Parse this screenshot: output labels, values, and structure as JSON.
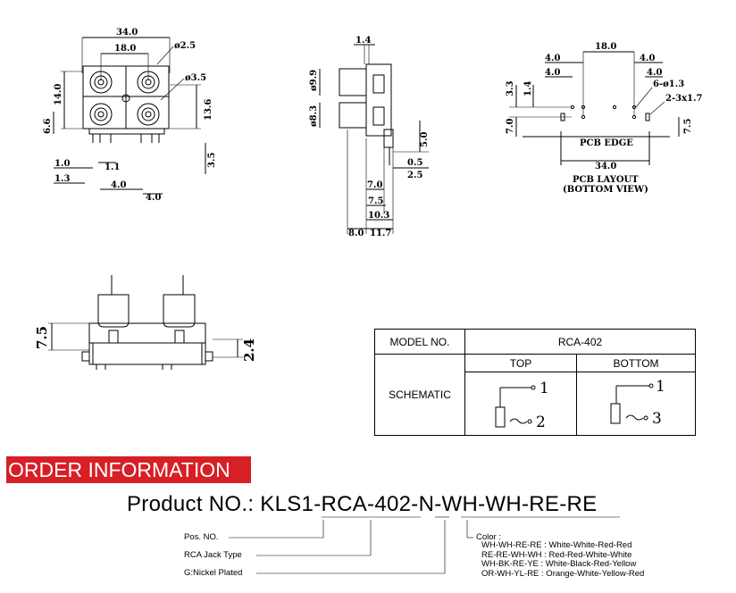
{
  "front_view": {
    "dims": {
      "w_total": "34.0",
      "w_pitch": "18.0",
      "d_small": "ø2.5",
      "d_large": "ø3.5",
      "h_14": "14.0",
      "h_66": "6.6",
      "h_136": "13.6",
      "h_35": "3.5",
      "b_10": "1.0",
      "b_11": "1.1",
      "b_13": "1.3",
      "b_40a": "4.0",
      "b_40b": "4.0"
    }
  },
  "side_view": {
    "dims": {
      "top_14": "1.4",
      "d_99": "ø9.9",
      "d_83": "ø8.3",
      "r_50": "5.0",
      "r_05": "0.5",
      "r_25": "2.5",
      "s_70": "7.0",
      "s_75": "7.5",
      "s_103": "10.3",
      "s_80": "8.0",
      "s_117": "11.7"
    }
  },
  "pcb_layout": {
    "dims": {
      "top_180": "18.0",
      "l_40a": "4.0",
      "l_40b": "4.0",
      "r_40a": "4.0",
      "r_40b": "4.0",
      "holes_a": "6-ø1.3",
      "holes_b": "2-3x1.7",
      "v_33": "3.3",
      "v_14": "1.4",
      "v_70": "7.0",
      "v_75": "7.5",
      "w_340": "34.0"
    },
    "edge_label": "PCB EDGE",
    "caption_line1": "PCB LAYOUT",
    "caption_line2": "(BOTTOM VIEW)"
  },
  "bottom_view": {
    "dims": {
      "h_75": "7.5",
      "h_24": "2.4"
    }
  },
  "spec_table": {
    "model_label": "MODEL NO.",
    "model_value": "RCA-402",
    "top_label": "TOP",
    "bottom_label": "BOTTOM",
    "schematic_label": "SCHEMATIC",
    "top_pins": [
      "1",
      "2"
    ],
    "bottom_pins": [
      "1",
      "3"
    ]
  },
  "order": {
    "banner": "ORDER INFORMATION",
    "product_number": "Product NO.:  KLS1-RCA-402-N-WH-WH-RE-RE",
    "legend": {
      "pos_no": "Pos. NO.",
      "jack_type": "RCA  Jack Type",
      "plating": "G:Nickel Plated",
      "color_title": "Color :",
      "color_options": [
        "WH-WH-RE-RE : White-White-Red-Red",
        "RE-RE-WH-WH : Red-Red-White-White",
        "WH-BK-RE-YE : White-Black-Red-Yellow",
        "OR-WH-YL-RE : Orange-White-Yellow-Red"
      ]
    }
  }
}
